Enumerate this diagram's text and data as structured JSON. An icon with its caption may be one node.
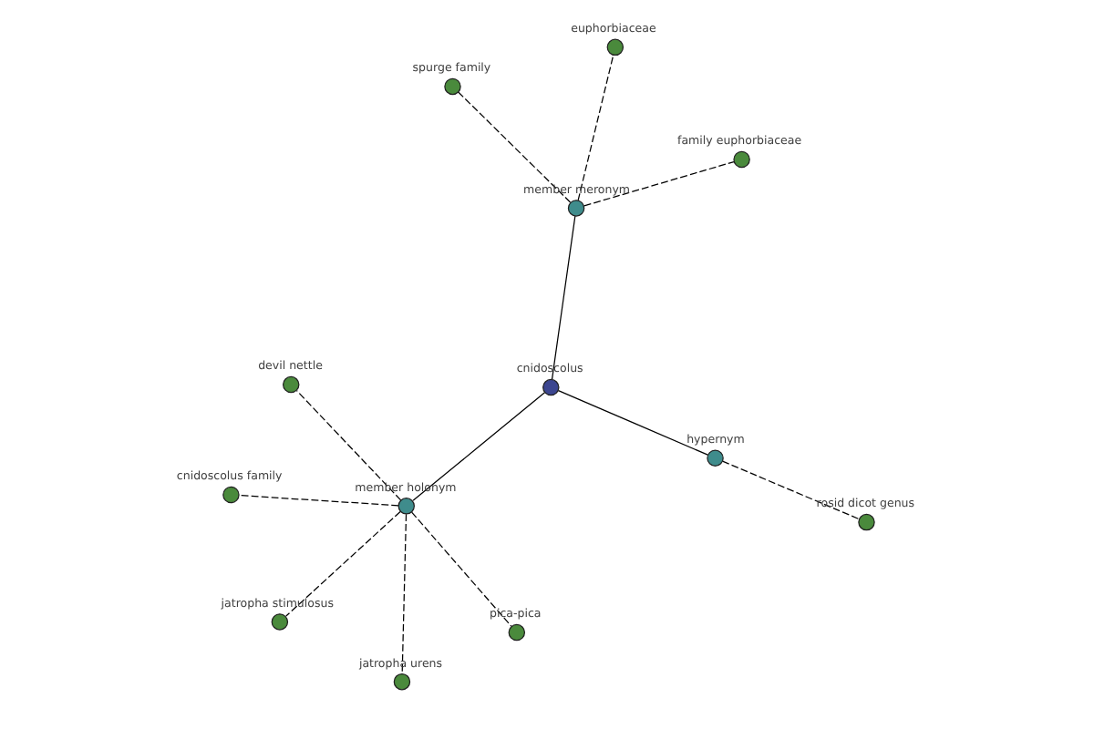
{
  "diagram": {
    "nodes": [
      {
        "text": [
          "cnidoscolus family"
        ]
      },
      {
        "text": [
          "family euphorbiaceae"
        ]
      },
      {
        "text": [
          "member meronym"
        ]
      },
      {
        "text": [
          "spurge family"
        ]
      },
      {
        "text": [
          "euphorbiaceae"
        ]
      },
      {
        "text": [
          "cnidoscolus"
        ]
      },
      {
        "text": [
          "member holonym"
        ]
      },
      {
        "text": [
          "pica-pica"
        ]
      },
      {
        "text": [
          "jatropha stimulosus"
        ]
      },
      {
        "text": [
          "hypernym"
        ]
      },
      {
        "text": [
          "jatropha urens"
        ]
      },
      {
        "text": [
          "devil nettle"
        ]
      },
      {
        "text": [
          "rosid dicot genus"
        ]
      }
    ],
    "edges": [
      {
        "from": 5,
        "to": 2,
        "arrow": "none"
      },
      {
        "from": 5,
        "to": 6,
        "arrow": "none"
      },
      {
        "from": 5,
        "to": 9,
        "arrow": "none"
      },
      {
        "from": 2,
        "to": 1,
        "arrow": "none",
        "style": "dashed"
      },
      {
        "from": 2,
        "to": 3,
        "arrow": "none",
        "style": "dashed"
      },
      {
        "from": 2,
        "to": 4,
        "arrow": "none",
        "style": "dashed"
      },
      {
        "from": 6,
        "to": 0,
        "arrow": "none",
        "style": "dashed"
      },
      {
        "from": 6,
        "to": 7,
        "arrow": "none",
        "style": "dashed"
      },
      {
        "from": 6,
        "to": 8,
        "arrow": "none",
        "style": "dashed"
      },
      {
        "from": 6,
        "to": 10,
        "arrow": "none",
        "style": "dashed"
      },
      {
        "from": 6,
        "to": 11,
        "arrow": "none",
        "style": "dashed"
      },
      {
        "from": 9,
        "to": 12,
        "arrow": "none",
        "style": "dashed"
      }
    ]
  }
}
